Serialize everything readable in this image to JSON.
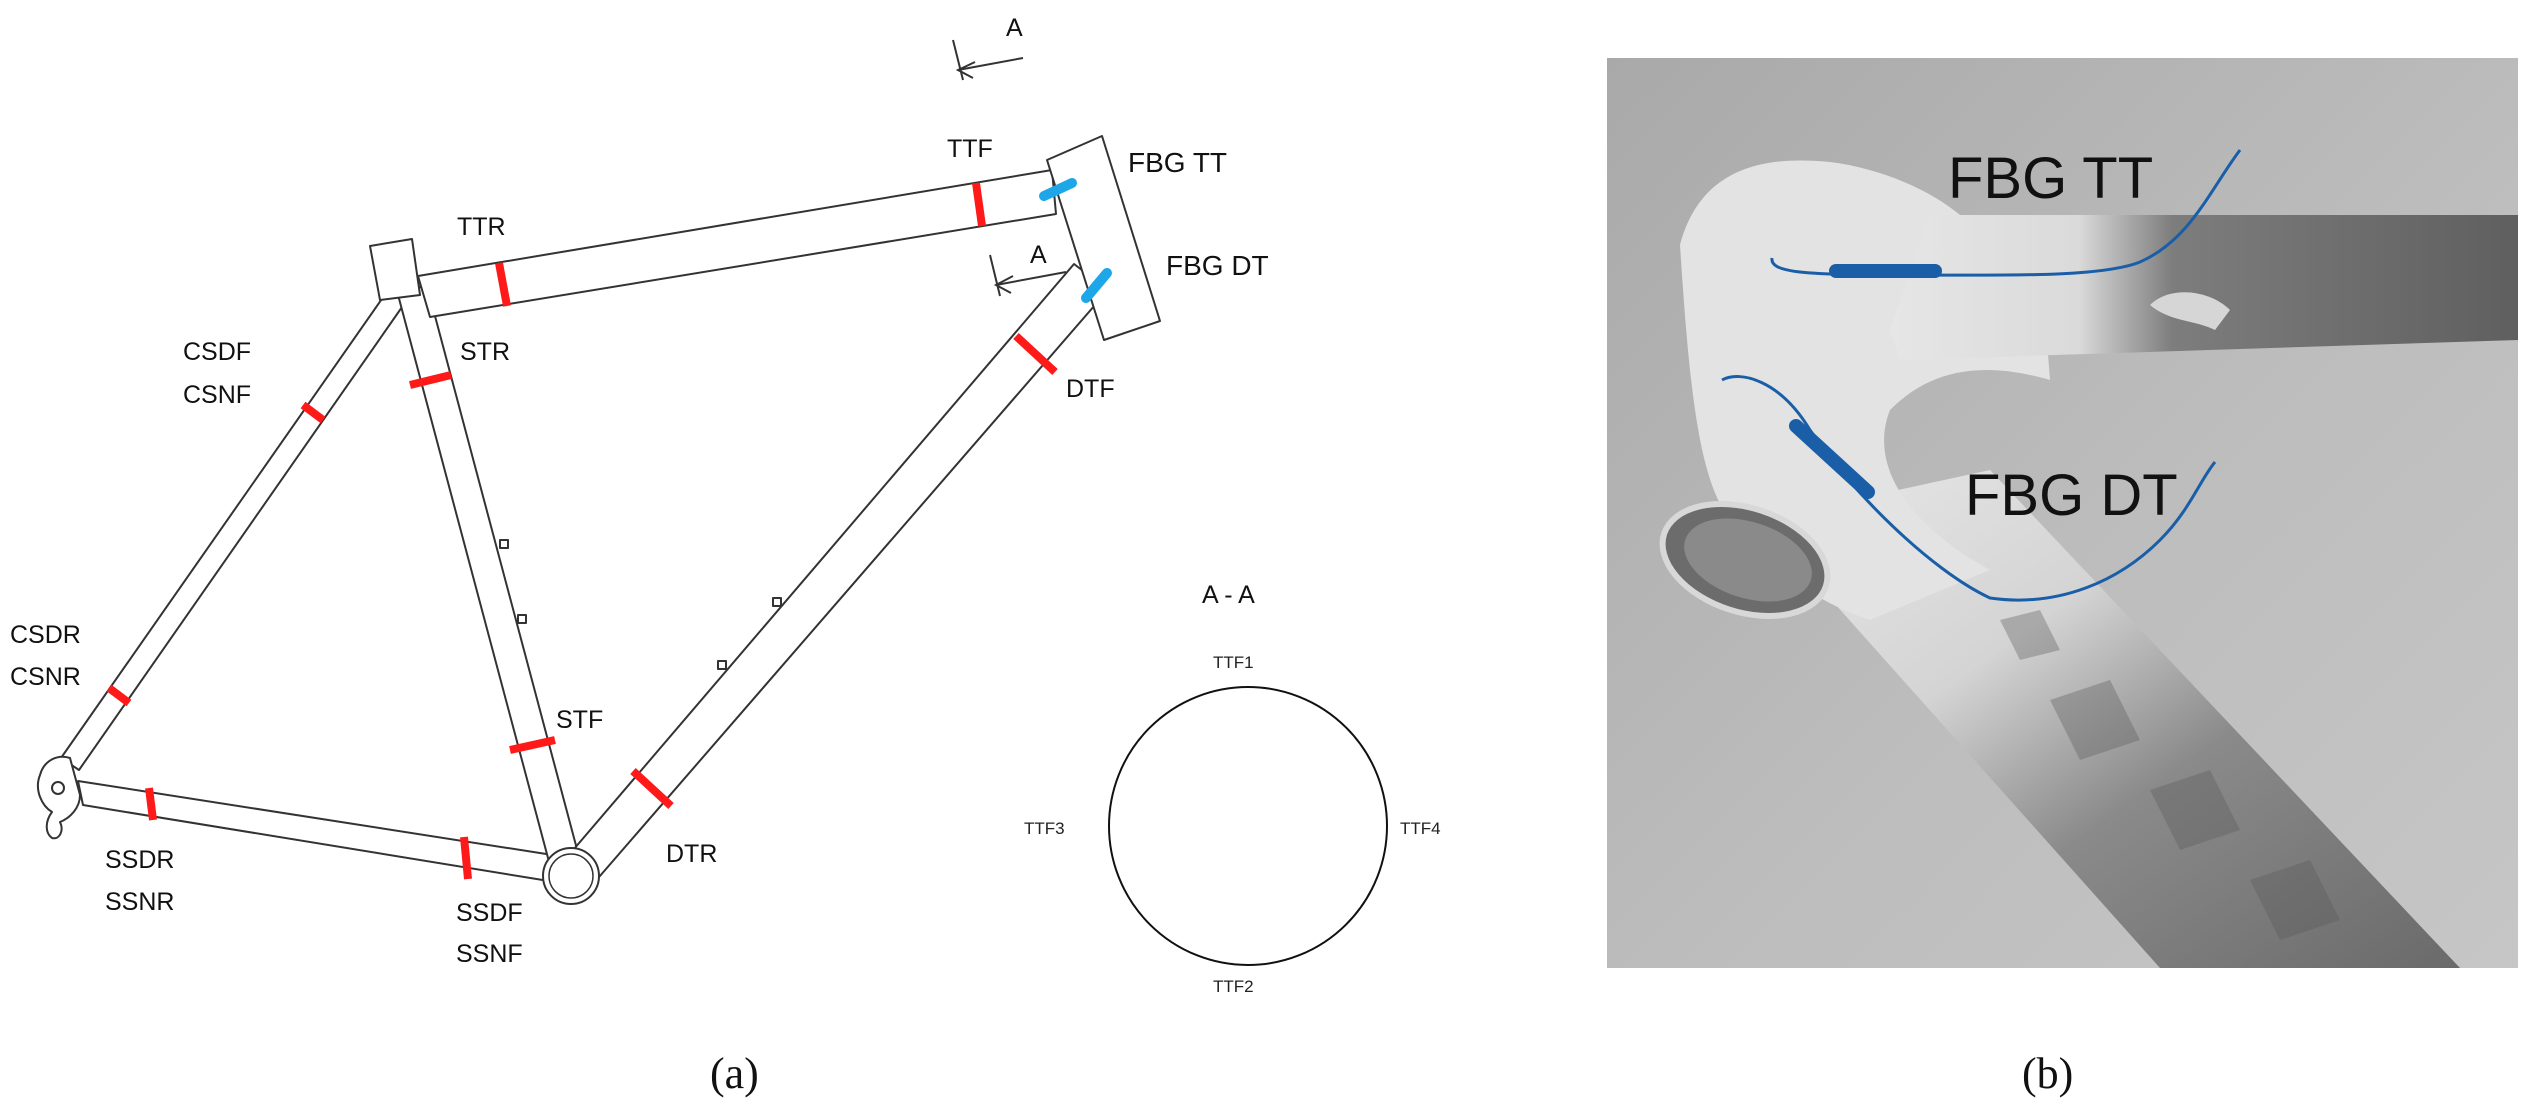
{
  "panel_a": {
    "caption": "(a)",
    "section_marker": "A",
    "section_title": "A - A",
    "labels": {
      "ttf": "TTF",
      "ttr": "TTR",
      "fbg_tt": "FBG TT",
      "fbg_dt": "FBG DT",
      "str": "STR",
      "stf": "STF",
      "dtf": "DTF",
      "dtr": "DTR",
      "csdf": "CSDF",
      "csnf": "CSNF",
      "csdr": "CSDR",
      "csnr": "CSNR",
      "ssdr": "SSDR",
      "ssnr": "SSNR",
      "ssdf": "SSDF",
      "ssnf": "SSNF"
    },
    "section_labels": {
      "ttf1": "TTF1",
      "ttf2": "TTF2",
      "ttf3": "TTF3",
      "ttf4": "TTF4"
    },
    "colors": {
      "strain_gauge": "#ff1a1a",
      "fbg_sensor": "#1ea7e8",
      "outline": "#333333"
    }
  },
  "panel_b": {
    "caption": "(b)",
    "labels": {
      "fbg_tt": "FBG TT",
      "fbg_dt": "FBG DT"
    },
    "colors": {
      "fiber": "#1a5ea8",
      "sensor": "#1a5ea8",
      "background": "#b9b9b9"
    }
  }
}
